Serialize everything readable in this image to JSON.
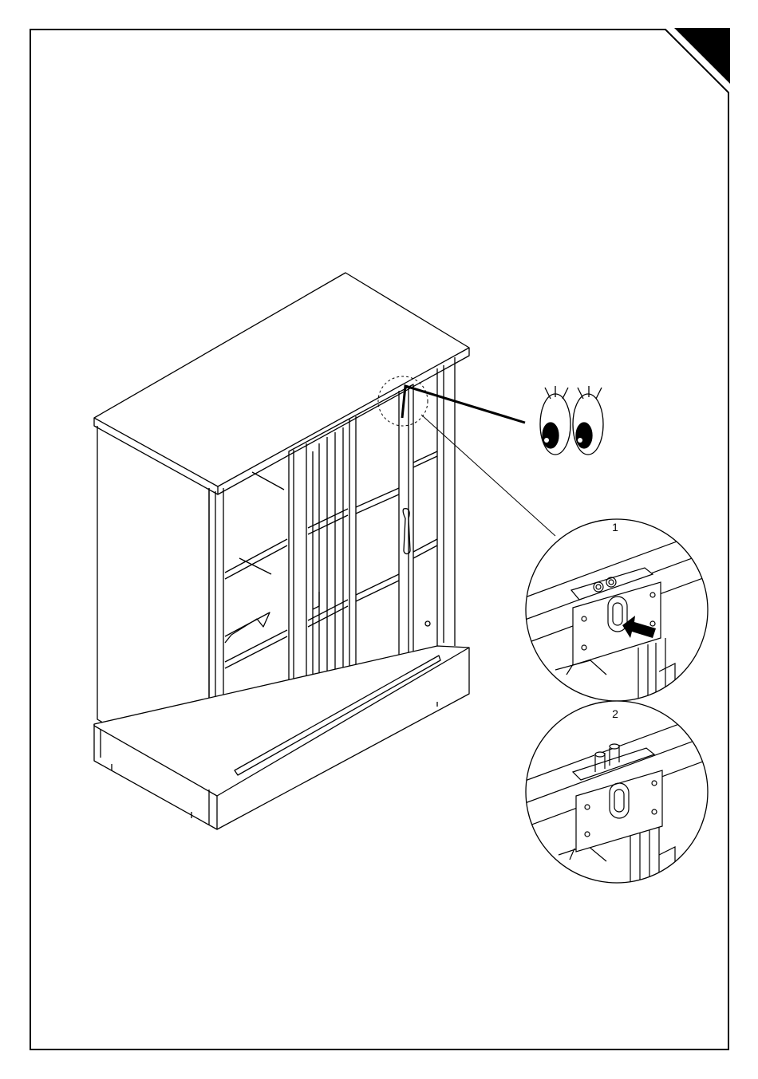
{
  "page": {
    "type": "assembly-instruction-sheet",
    "corner_tab_color": "#000000",
    "line_color": "#000000",
    "background": "#ffffff"
  },
  "illustration": {
    "subject": "sliding-door-cabinet",
    "attention_icon": "eyes-icon"
  },
  "detail_steps": [
    {
      "number": "1",
      "action": "press-latch",
      "arrow": true
    },
    {
      "number": "2",
      "action": "latch-released",
      "arrow": false
    }
  ]
}
